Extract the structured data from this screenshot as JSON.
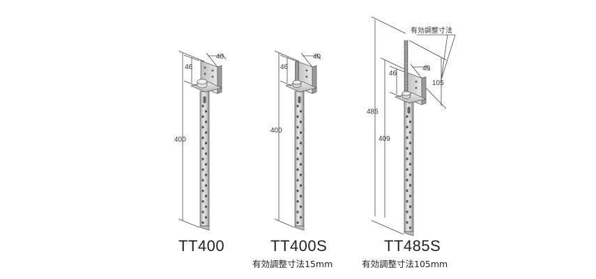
{
  "products": [
    {
      "model": "TT400",
      "note": "",
      "dimensions": {
        "width": "40",
        "bracket_height": "46",
        "length": "400"
      }
    },
    {
      "model": "TT400S",
      "note": "有効調整寸法15mm",
      "dimensions": {
        "width": "40",
        "bracket_height": "46",
        "length": "400"
      }
    },
    {
      "model": "TT485S",
      "note": "有効調整寸法105mm",
      "dimensions": {
        "width": "40",
        "bracket_height": "46",
        "length": "409",
        "total_length": "485",
        "rod": "105",
        "rod_label": "有効調整寸法"
      }
    }
  ],
  "colors": {
    "metal_light": "#e8e8e8",
    "metal_mid": "#c4c4c4",
    "metal_dark": "#8a8a8a",
    "line": "#444444"
  }
}
